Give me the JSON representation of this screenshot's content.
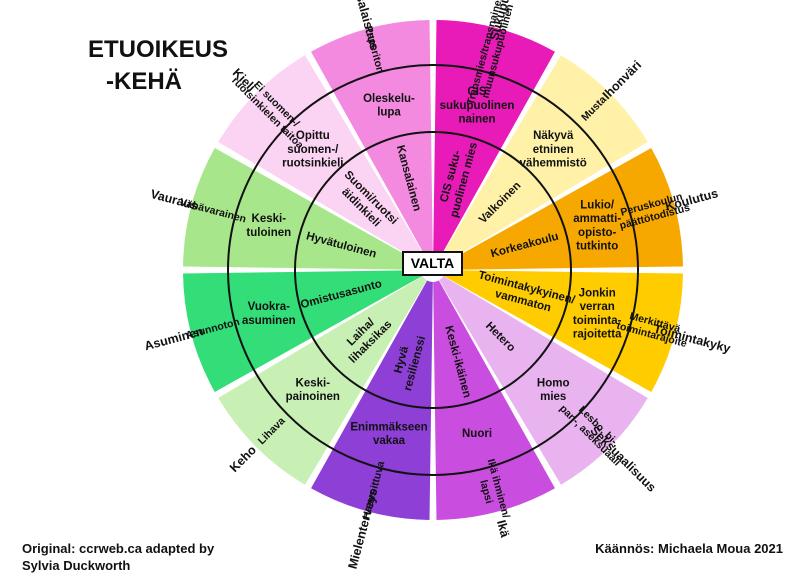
{
  "title": {
    "line1": "ETUOIKEUS",
    "line2": "-KEHÄ"
  },
  "center_label": "VALTA",
  "credits": {
    "left_line1": "Original: ccrweb.ca adapted by",
    "left_line2": "Sylvia Duckworth",
    "right": "Käännös: Michaela Moua 2021"
  },
  "sectors": [
    {
      "category": "Sukupuoli",
      "color": "#e81ab8",
      "light": "#f3b5e6",
      "inner": [
        "CIS suku-",
        "puolinen mies"
      ],
      "middle": [
        "CIS",
        "sukupuolinen",
        "nainen"
      ],
      "outer": [
        "Transmies/transnainen/",
        "muunsukupuolinen"
      ]
    },
    {
      "category": "Ihonväri",
      "color": "#fff2a8",
      "light": "#fff8d1",
      "inner": [
        "Valkoinen"
      ],
      "middle": [
        "Näkyvä",
        "etninen",
        "vähemmistö"
      ],
      "outer": [
        "Musta"
      ]
    },
    {
      "category": "Koulutus",
      "color": "#f7a800",
      "light": "#fbd37a",
      "inner": [
        "Korkeakoulu"
      ],
      "middle": [
        "Lukio/",
        "ammatti-",
        "opisto-",
        "tutkinto"
      ],
      "outer": [
        "Peruskoulun",
        "päättötodistus"
      ]
    },
    {
      "category": "Toimintakyky",
      "color": "#ffcc00",
      "light": "#ffe680",
      "inner": [
        "Toimintakykyinen/",
        "vammaton"
      ],
      "middle": [
        "Jonkin",
        "verran",
        "toiminta-",
        "rajoitetta"
      ],
      "outer": [
        "Merkittävä",
        "toimintarajoite"
      ]
    },
    {
      "category": "Seksuaalisuus",
      "color": "#e9b3f0",
      "light": "#f4d9f8",
      "inner": [
        "Hetero"
      ],
      "middle": [
        "Homo",
        "mies"
      ],
      "outer": [
        "Lesbo, bi-,",
        "pan-, aseksuaali"
      ]
    },
    {
      "category": "Ikä",
      "color": "#c94ee0",
      "light": "#e3a6ee",
      "inner": [
        "Keski-ikäinen"
      ],
      "middle": [
        "Nuori"
      ],
      "outer": [
        "Ikä ihminen/",
        "lapsi"
      ]
    },
    {
      "category": "Mielenterveys",
      "color": "#8e3fd6",
      "light": "#c39cec",
      "inner": [
        "Hyvä",
        "resilienssi"
      ],
      "middle": [
        "Enimmäkseen",
        "vakaa"
      ],
      "outer": [
        "Haavoittuva"
      ]
    },
    {
      "category": "Keho",
      "color": "#c8f0b4",
      "light": "#e3f8d8",
      "inner": [
        "Laiha/",
        "lihaksikas"
      ],
      "middle": [
        "Keski-",
        "painoinen"
      ],
      "outer": [
        "Lihava"
      ]
    },
    {
      "category": "Asuminen",
      "color": "#33dd77",
      "light": "#99eebb",
      "inner": [
        "Omistusasunto"
      ],
      "middle": [
        "Vuokra-",
        "asuminen"
      ],
      "outer": [
        "Asunnoton"
      ]
    },
    {
      "category": "Vauraus",
      "color": "#a8e68c",
      "light": "#d3f3c5",
      "inner": [
        "Hyvätuloinen"
      ],
      "middle": [
        "Keski-",
        "tuloinen"
      ],
      "outer": [
        "Vähävarainen"
      ]
    },
    {
      "category": "Kieli",
      "color": "#fbd3f3",
      "light": "#fde9f9",
      "inner": [
        "Suomi/ruotsi",
        "äidinkieli"
      ],
      "middle": [
        "Opittu",
        "suomen-/",
        "ruotsinkieli"
      ],
      "outer": [
        "Ei suomen-/",
        "ruotsinkielen taitoa"
      ]
    },
    {
      "category": "Kansalaisuus",
      "color": "#f38ae0",
      "light": "#f8c0ee",
      "inner": [
        "Kansalainen"
      ],
      "middle": [
        "Oleskelu-",
        "lupa"
      ],
      "outer": [
        "Paperiton"
      ]
    }
  ]
}
